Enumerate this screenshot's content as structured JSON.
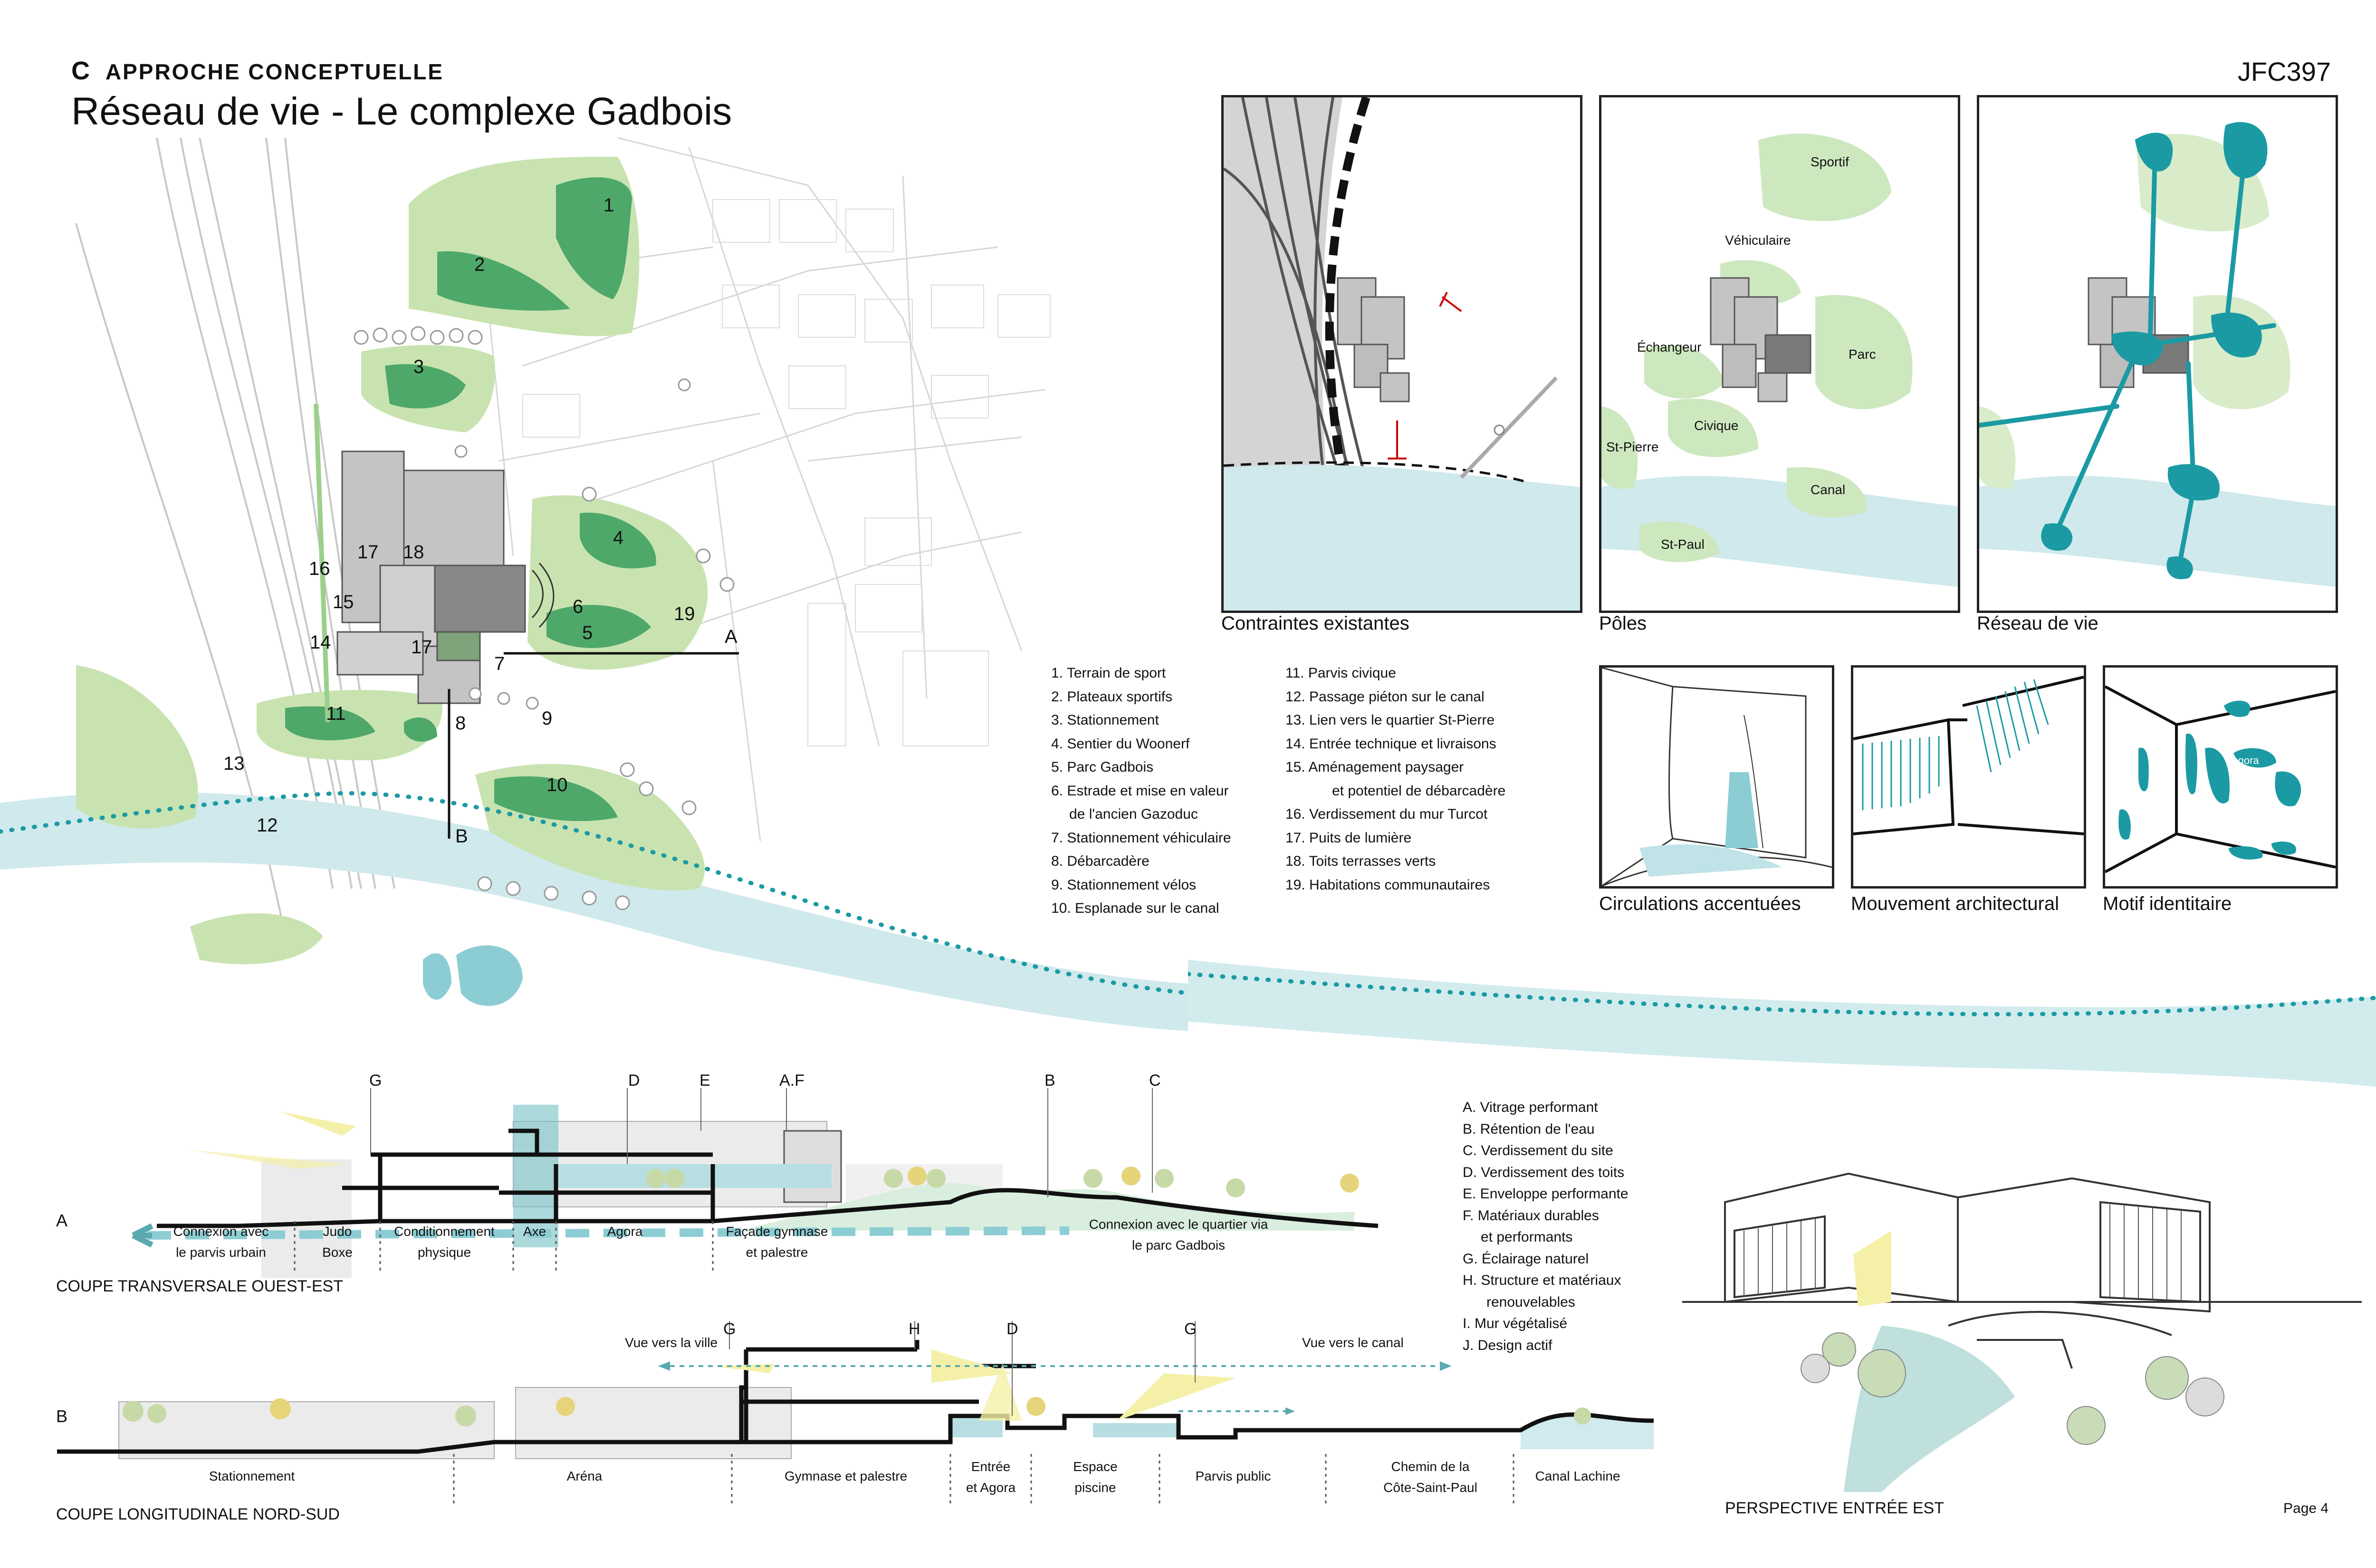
{
  "header": {
    "section_letter": "C",
    "section_title": "APPROCHE CONCEPTUELLE",
    "title": "Réseau de vie - Le complexe Gadbois",
    "code": "JFC397"
  },
  "plan": {
    "markers": [
      "1",
      "2",
      "3",
      "4",
      "5",
      "6",
      "7",
      "8",
      "9",
      "10",
      "11",
      "12",
      "13",
      "14",
      "15",
      "16",
      "17",
      "17",
      "18",
      "19"
    ],
    "cut_a": "A",
    "cut_b": "B"
  },
  "legend_left": [
    "1. Terrain de sport",
    "2. Plateaux sportifs",
    "3. Stationnement",
    "4. Sentier du Woonerf",
    "5. Parc Gadbois",
    "6. Estrade et mise en valeur",
    "de l'ancien Gazoduc",
    "7. Stationnement véhiculaire",
    "8. Débarcadère",
    "9. Stationnement vélos",
    "10. Esplanade sur le canal"
  ],
  "legend_right": [
    "11. Parvis civique",
    "12. Passage piéton sur le canal",
    "13. Lien vers le quartier St-Pierre",
    "14. Entrée technique et livraisons",
    "15. Aménagement paysager",
    "et potentiel de débarcadère",
    "16. Verdissement du mur Turcot",
    "17. Puits de lumière",
    "18. Toits terrasses verts",
    "19. Habitations communautaires"
  ],
  "diagrams_top": {
    "contraintes": "Contraintes existantes",
    "poles": "Pôles",
    "reseau": "Réseau de vie",
    "pole_labels": [
      "Sportif",
      "Véhiculaire",
      "Échangeur",
      "Parc",
      "Civique",
      "St-Pierre",
      "Canal",
      "St-Paul"
    ]
  },
  "diagrams_bottom": {
    "circulations": "Circulations accentuées",
    "mouvement": "Mouvement architectural",
    "motif": "Motif identitaire",
    "agora": "Agora"
  },
  "section_a": {
    "letter": "A",
    "title": "COUPE TRANSVERSALE OUEST-EST",
    "markers": [
      "G",
      "D",
      "E",
      "A.F",
      "B",
      "C"
    ],
    "zones": [
      [
        "Connexion avec",
        "le parvis urbain"
      ],
      [
        "Judo",
        "Boxe"
      ],
      [
        "Conditionnement",
        "physique"
      ],
      [
        "Axe"
      ],
      [
        "Agora"
      ],
      [
        "Façade gymnase",
        "et palestre"
      ],
      [
        "Connexion avec le quartier via",
        "le parc Gadbois"
      ]
    ]
  },
  "legend_sections": [
    "A. Vitrage performant",
    "B. Rétention de l'eau",
    "C. Verdissement du site",
    "D. Verdissement des toits",
    "E. Enveloppe performante",
    "F. Matériaux durables",
    "et performants",
    "G. Éclairage naturel",
    "H. Structure et matériaux",
    "renouvelables",
    "I. Mur végétalisé",
    "J. Design actif"
  ],
  "section_b": {
    "letter": "B",
    "title": "COUPE LONGITUDINALE NORD-SUD",
    "markers": [
      "G",
      "H",
      "D",
      "G"
    ],
    "view_city": "Vue vers la ville",
    "view_canal": "Vue vers le canal",
    "zones": [
      [
        "Stationnement"
      ],
      [
        "Aréna"
      ],
      [
        "Gymnase et palestre"
      ],
      [
        "Entrée",
        "et Agora"
      ],
      [
        "Espace",
        "piscine"
      ],
      [
        "Parvis public"
      ],
      [
        "Chemin de la",
        "Côte-Saint-Paul"
      ],
      [
        "Canal Lachine"
      ]
    ]
  },
  "perspective": {
    "title": "PERSPECTIVE ENTRÉE EST"
  },
  "page": "Page 4",
  "colors": {
    "green_light": "#c9e3b0",
    "green_dark": "#4ea86a",
    "canal": "#cfe9ec",
    "teal": "#1b9aa3"
  }
}
